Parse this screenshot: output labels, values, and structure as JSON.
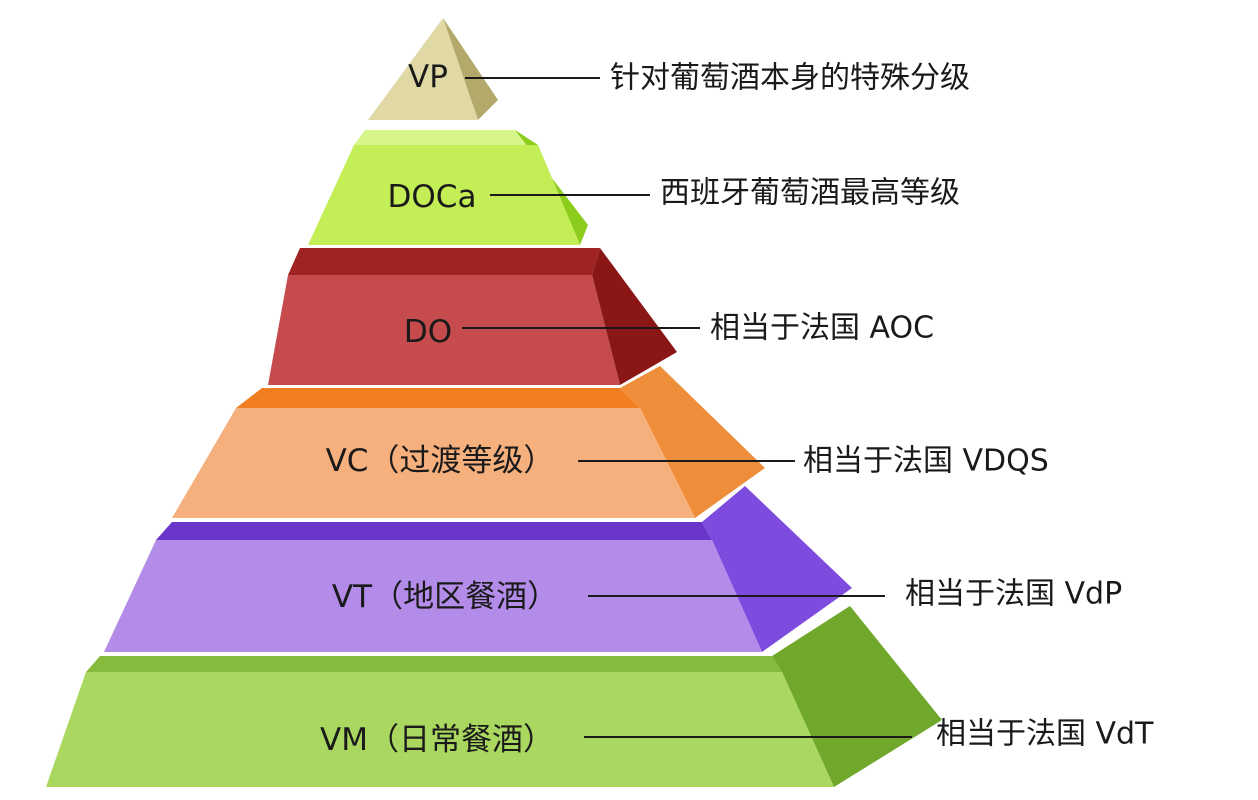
{
  "tiers": [
    {
      "label": "VP",
      "description": "针对葡萄酒本身的特殊分级",
      "front_color": "#e0d9a6",
      "side_color": "#b3a96a",
      "top_color": "#ebe6c0"
    },
    {
      "label": "DOCa",
      "description": "西班牙葡萄酒最高等级",
      "front_color": "#c4ee55",
      "side_color": "#8ccc1c",
      "top_color": "#d6f58a"
    },
    {
      "label": "DO",
      "description": "相当于法国 AOC",
      "front_color": "#c64b4d",
      "side_color": "#8a1616",
      "top_color": "#9f2323"
    },
    {
      "label": "VC（过渡等级）",
      "description": "相当于法国 VDQS",
      "front_color": "#f6b07e",
      "side_color": "#ee8e3a",
      "top_color": "#f17f22"
    },
    {
      "label": "VT（地区餐酒）",
      "description": "相当于法国 VdP",
      "front_color": "#b38be8",
      "side_color": "#7e4bdf",
      "top_color": "#6a35c9"
    },
    {
      "label": "VM（日常餐酒）",
      "description": "相当于法国 VdT",
      "front_color": "#a9d760",
      "side_color": "#6fa82b",
      "top_color": "#86bb3e"
    }
  ]
}
